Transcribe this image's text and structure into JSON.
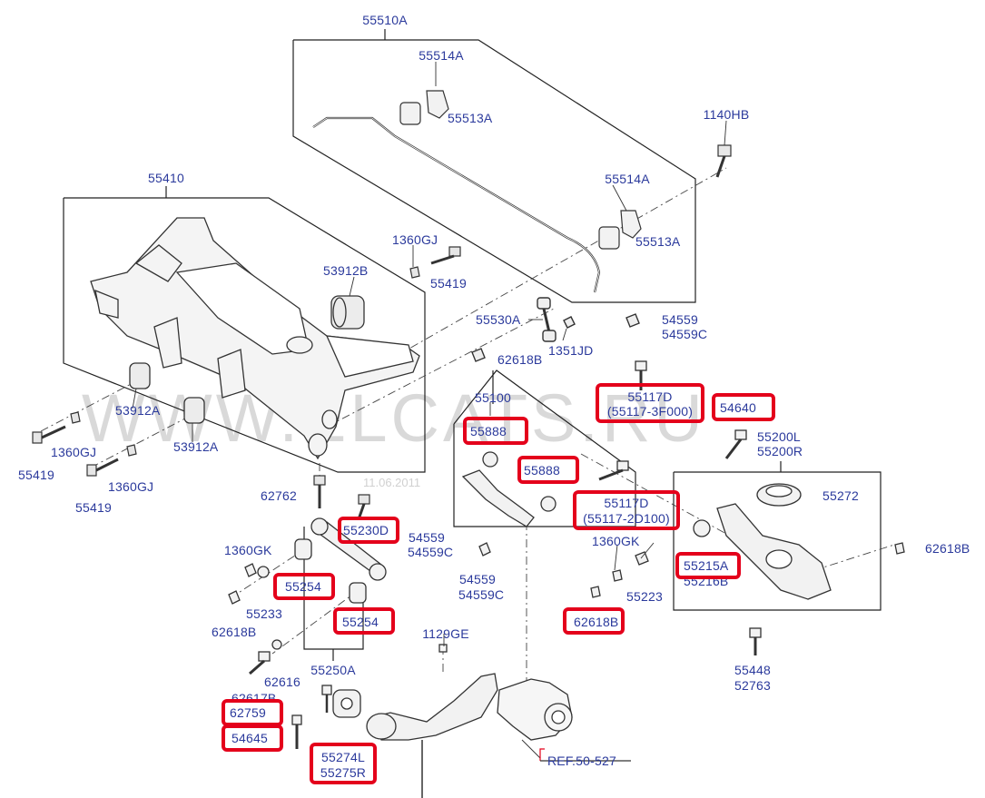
{
  "watermark": "WWW.ELCATS.RU",
  "date": "11.06.2011",
  "ref": "REF.50-527",
  "labels": {
    "l55510A": "55510A",
    "l55514A_1": "55514A",
    "l55513A_1": "55513A",
    "l1140HB": "1140HB",
    "l55514A_2": "55514A",
    "l55513A_2": "55513A",
    "l55410": "55410",
    "l1360GJ_1": "1360GJ",
    "l55419_1": "55419",
    "l53912B": "53912B",
    "l55530A": "55530A",
    "l1351JD": "1351JD",
    "l54559_1": "54559",
    "l54559C_1": "54559C",
    "l62618B_1": "62618B",
    "l55100": "55100",
    "l55888_1": "55888",
    "l55888_2": "55888",
    "l55117D_1": "55117D",
    "l55117_3F000": "(55117-3F000)",
    "l54640": "54640",
    "l55200L": "55200L",
    "l55200R": "55200R",
    "l55272": "55272",
    "l53912A_1": "53912A",
    "l53912A_2": "53912A",
    "l1360GJ_2": "1360GJ",
    "l1360GJ_3": "1360GJ",
    "l55419_2": "55419",
    "l55419_3": "55419",
    "l62762": "62762",
    "l55230D": "55230D",
    "l54559_2": "54559",
    "l54559C_2": "54559C",
    "l55117D_2": "55117D",
    "l55117_2D100": "(55117-2D100)",
    "l1360GK_1": "1360GK",
    "l1360GK_2": "1360GK",
    "l55254_1": "55254",
    "l55233": "55233",
    "l62618B_2": "62618B",
    "l55254_2": "55254",
    "l54559_3": "54559",
    "l54559C_3": "54559C",
    "l55215A": "55215A",
    "l55216B": "55216B",
    "l55223": "55223",
    "l62618B_3": "62618B",
    "l62618B_4": "62618B",
    "l62616": "62616",
    "l55250A": "55250A",
    "l1129GE": "1129GE",
    "l62617B": "62617B",
    "l62759": "62759",
    "l54645": "54645",
    "l55274L": "55274L",
    "l55275R": "55275R",
    "l55448": "55448",
    "l52763": "52763"
  },
  "highlight_color": "#e4001b",
  "label_color": "#2b3a9c"
}
